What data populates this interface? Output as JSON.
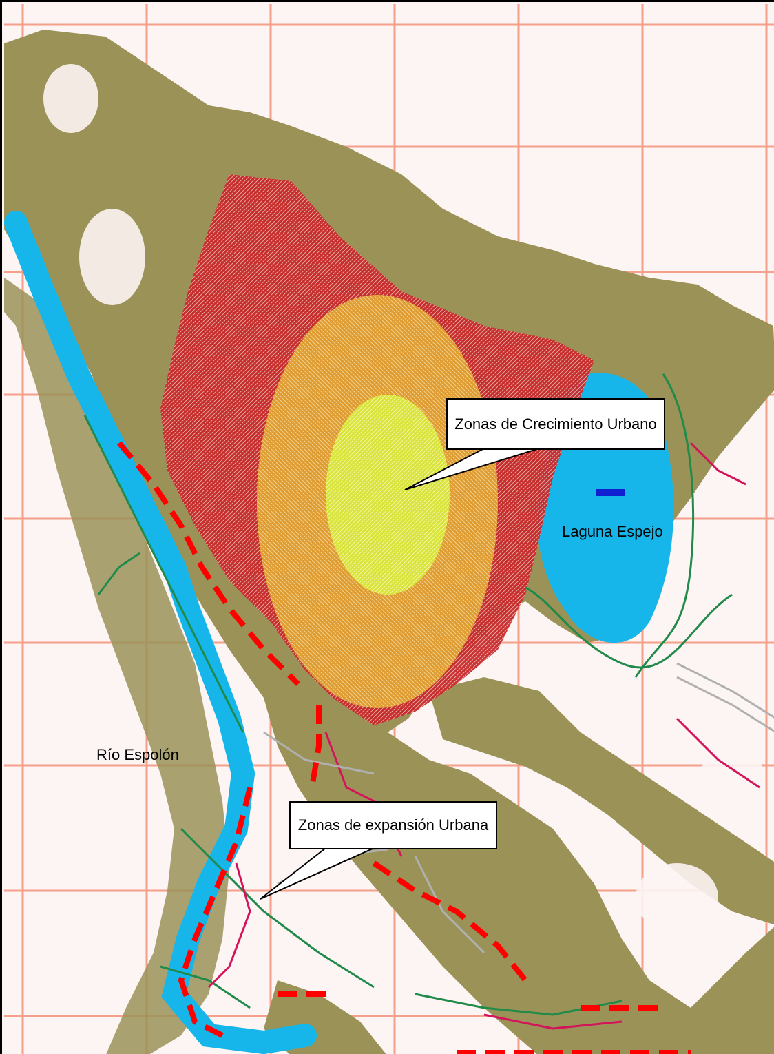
{
  "map": {
    "colors": {
      "background": "#fdf4f4",
      "grid": "#f4a08a",
      "terrain": "#9a9257",
      "water": "#16b6ea",
      "growth_outer": "#c8282a",
      "growth_mid": "#e0a030",
      "growth_core": "#d8e83a",
      "road_red": "#ff0000",
      "contour_green": "#1f8a4a",
      "road_magenta": "#d4145a",
      "road_gray": "#b0b0b0"
    },
    "callouts": {
      "growth": "Zonas de Crecimiento Urbano",
      "expansion": "Zonas de expansión Urbana"
    },
    "labels": {
      "lagoon": "Laguna Espejo",
      "river": "Río Espolón"
    }
  }
}
